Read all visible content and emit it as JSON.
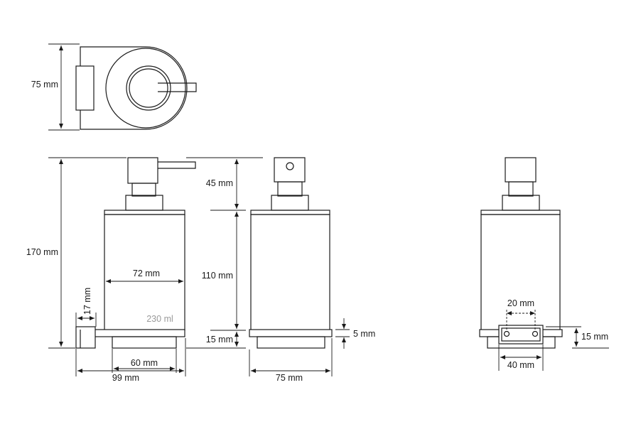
{
  "dimensions": {
    "top_view_depth": "75 mm",
    "total_height": "170 mm",
    "pump_height": "45 mm",
    "body_height": "110 mm",
    "base_height": "15 mm",
    "bracket_height": "17 mm",
    "body_diameter": "72 mm",
    "capacity": "230 ml",
    "base_width": "60 mm",
    "total_width": "99 mm",
    "side_width": "75 mm",
    "plate_thickness": "5 mm",
    "hole_spacing": "20 mm",
    "bracket_width": "40 mm",
    "rear_base_height": "15 mm"
  }
}
